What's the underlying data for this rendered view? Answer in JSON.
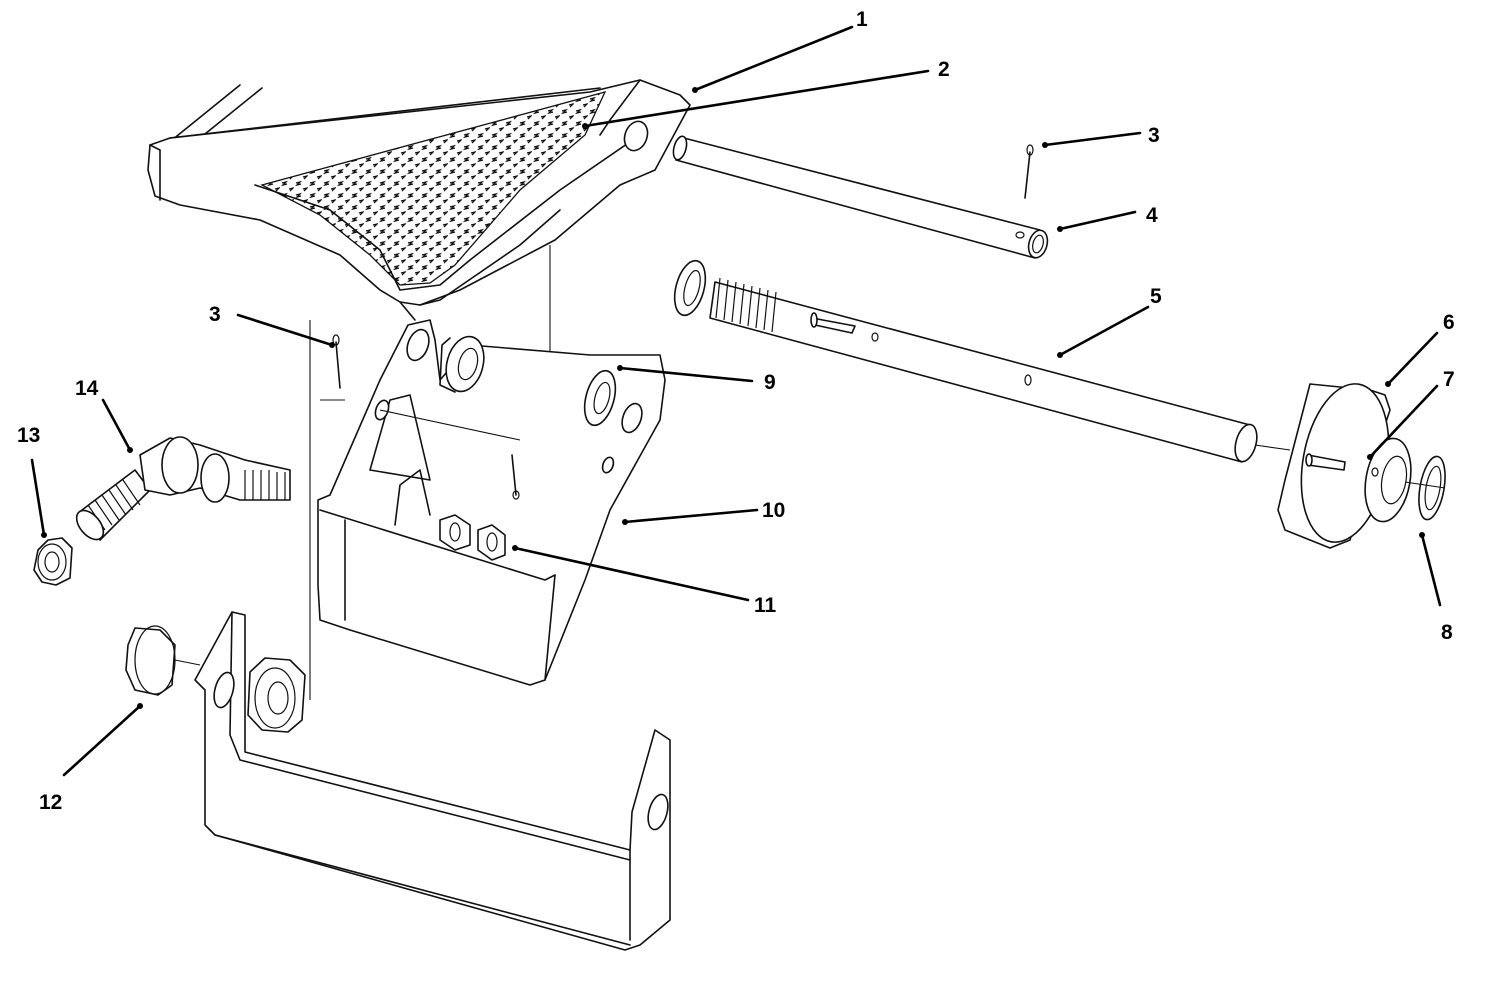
{
  "diagram": {
    "callouts": [
      {
        "id": "c1",
        "number": "1"
      },
      {
        "id": "c2",
        "number": "2"
      },
      {
        "id": "c3a",
        "number": "3"
      },
      {
        "id": "c4",
        "number": "4"
      },
      {
        "id": "c5",
        "number": "5"
      },
      {
        "id": "c6",
        "number": "6"
      },
      {
        "id": "c7",
        "number": "7"
      },
      {
        "id": "c3b",
        "number": "3"
      },
      {
        "id": "c9",
        "number": "9"
      },
      {
        "id": "c10",
        "number": "10"
      },
      {
        "id": "c11",
        "number": "11"
      },
      {
        "id": "c8",
        "number": "8"
      },
      {
        "id": "c13",
        "number": "13"
      },
      {
        "id": "c14",
        "number": "14"
      },
      {
        "id": "c12",
        "number": "12"
      }
    ]
  }
}
